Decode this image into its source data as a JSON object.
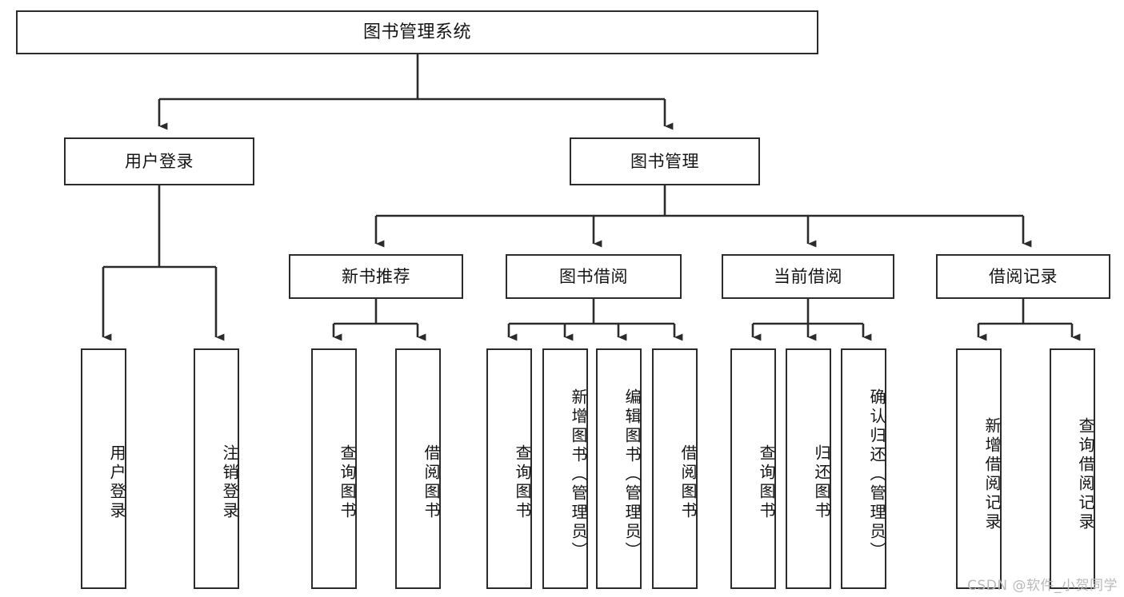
{
  "diagram": {
    "type": "tree-hierarchy",
    "title": "图书管理系统",
    "watermark": "CSDN @软件_小贺同学",
    "colors": {
      "background": "#ffffff",
      "node_border": "#2b2b2b",
      "node_fill": "#ffffff",
      "connector": "#2b2b2b",
      "text": "#141414",
      "watermark": "#b9b9b9"
    },
    "levels": {
      "root": [
        "图书管理系统"
      ],
      "level2": [
        "用户登录",
        "图书管理"
      ],
      "level3": [
        "新书推荐",
        "图书借阅",
        "当前借阅",
        "借阅记录"
      ],
      "level4": [
        "用户登录",
        "注销登录",
        "查询图书",
        "借阅图书",
        "查询图书",
        "新增图书（管理员）",
        "编辑图书（管理员）",
        "借阅图书",
        "查询图书",
        "归还图书",
        "确认归还（管理员）",
        "新增借阅记录",
        "查询借阅记录"
      ]
    },
    "nodes": {
      "root": {
        "label": "图书管理系统"
      },
      "user_login": {
        "label": "用户登录"
      },
      "book_manage": {
        "label": "图书管理"
      },
      "new_book_rec": {
        "label": "新书推荐"
      },
      "book_borrow": {
        "label": "图书借阅"
      },
      "current_borrow": {
        "label": "当前借阅"
      },
      "borrow_record": {
        "label": "借阅记录"
      },
      "leaf_user_login": {
        "label": "用户登录"
      },
      "leaf_user_logout": {
        "label": "注销登录"
      },
      "leaf_query_book_1": {
        "label": "查询图书"
      },
      "leaf_borrow_book_1": {
        "label": "借阅图书"
      },
      "leaf_query_book_2": {
        "label": "查询图书"
      },
      "leaf_add_book": {
        "label": "新增图书（管理员）"
      },
      "leaf_edit_book": {
        "label": "编辑图书（管理员）"
      },
      "leaf_borrow_book_2": {
        "label": "借阅图书"
      },
      "leaf_query_book_3": {
        "label": "查询图书"
      },
      "leaf_return_book": {
        "label": "归还图书"
      },
      "leaf_confirm_return": {
        "label": "确认归还（管理员）"
      },
      "leaf_add_record": {
        "label": "新增借阅记录"
      },
      "leaf_query_record": {
        "label": "查询借阅记录"
      }
    },
    "edges": [
      {
        "from": "root",
        "to": "user_login"
      },
      {
        "from": "root",
        "to": "book_manage"
      },
      {
        "from": "user_login",
        "to": "leaf_user_login"
      },
      {
        "from": "user_login",
        "to": "leaf_user_logout"
      },
      {
        "from": "book_manage",
        "to": "new_book_rec"
      },
      {
        "from": "book_manage",
        "to": "book_borrow"
      },
      {
        "from": "book_manage",
        "to": "current_borrow"
      },
      {
        "from": "book_manage",
        "to": "borrow_record"
      },
      {
        "from": "new_book_rec",
        "to": "leaf_query_book_1"
      },
      {
        "from": "new_book_rec",
        "to": "leaf_borrow_book_1"
      },
      {
        "from": "book_borrow",
        "to": "leaf_query_book_2"
      },
      {
        "from": "book_borrow",
        "to": "leaf_add_book"
      },
      {
        "from": "book_borrow",
        "to": "leaf_edit_book"
      },
      {
        "from": "book_borrow",
        "to": "leaf_borrow_book_2"
      },
      {
        "from": "current_borrow",
        "to": "leaf_query_book_3"
      },
      {
        "from": "current_borrow",
        "to": "leaf_return_book"
      },
      {
        "from": "current_borrow",
        "to": "leaf_confirm_return"
      },
      {
        "from": "borrow_record",
        "to": "leaf_add_record"
      },
      {
        "from": "borrow_record",
        "to": "leaf_query_record"
      }
    ]
  }
}
